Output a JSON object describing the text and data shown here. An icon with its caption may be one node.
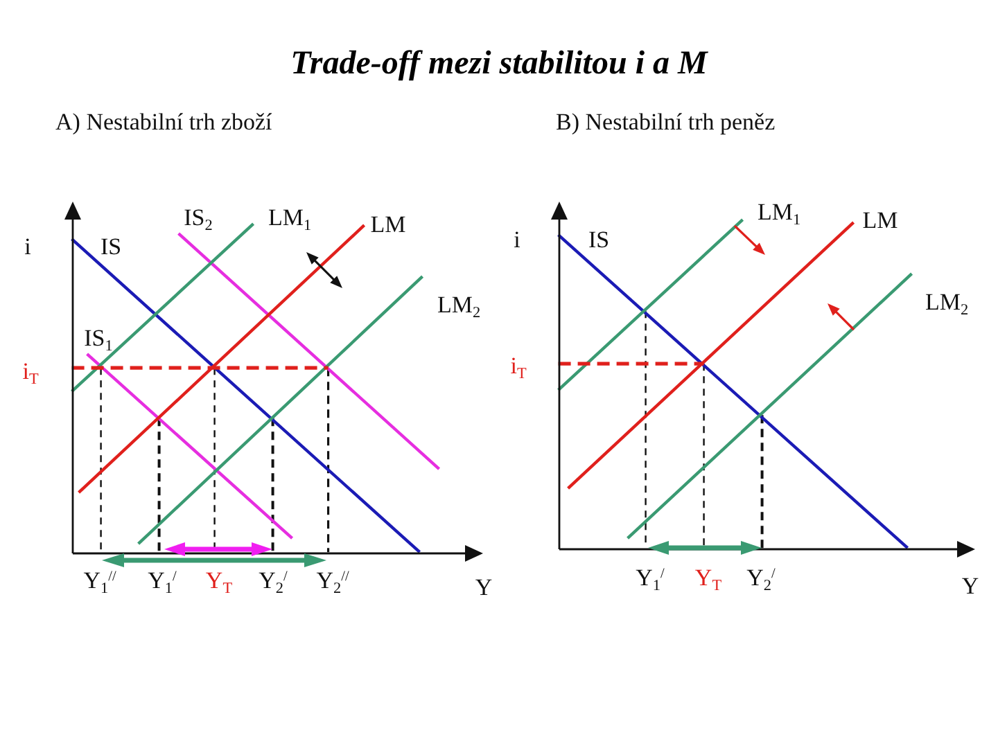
{
  "diagram": {
    "title": "Trade-off mezi stabilitou i a M",
    "labels": [
      "A) Nestabilní trh zboží",
      "B) Nestabilní trh peněz",
      "IS$_{2}$",
      "LM$_{1}$",
      "LM",
      "i",
      "IS",
      "LM$_{2}$",
      "IS$_{1}$",
      "i$_{T}$",
      "Y$_{1}$$^{//}$",
      "Y$_{1}$$^{/}$",
      "Y$_{T}$",
      "Y$_{2}$$^{/}$",
      "Y$_{2}$$^{//}$",
      "Y",
      "LM$_{1}$",
      "LM",
      "i",
      "IS",
      "LM$_{2}$",
      "i$_{T}$",
      "Y$_{1}$$^{/}$",
      "Y$_{T}$",
      "Y$_{2}$$^{/}$",
      "Y"
    ]
  }
}
